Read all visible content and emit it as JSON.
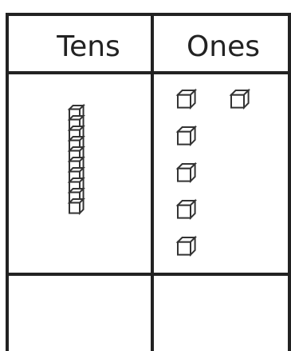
{
  "table": {
    "columns": [
      {
        "label": "Tens",
        "rods": 1,
        "cubes_per_rod": 10
      },
      {
        "label": "Ones",
        "cubes": 6
      }
    ],
    "answer_row": [
      "",
      ""
    ]
  },
  "colors": {
    "line": "#222222",
    "block_fill": "#ffffff",
    "block_stroke": "#333333"
  }
}
